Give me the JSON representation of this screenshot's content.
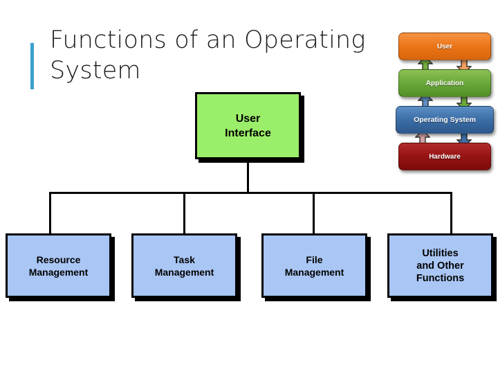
{
  "slide": {
    "title": "Functions of an Operating System",
    "accent_color": "#3AA0CC"
  },
  "chart_data": {
    "type": "diagram",
    "diagram_kind": "hierarchy-tree",
    "root": {
      "label": "User\nInterface",
      "fill_color": "#9BEE69",
      "border_color": "#000000"
    },
    "children": [
      {
        "label": "Resource\nManagement",
        "fill_color": "#A9C6F4",
        "border_color": "#000000"
      },
      {
        "label": "Task\nManagement",
        "fill_color": "#A9C6F4",
        "border_color": "#000000"
      },
      {
        "label": "File\nManagement",
        "fill_color": "#A9C6F4",
        "border_color": "#000000"
      },
      {
        "label": "Utilities\nand Other\nFunctions",
        "fill_color": "#A9C6F4",
        "border_color": "#000000"
      }
    ]
  },
  "illustration": {
    "name": "os-layer-stack",
    "layers": [
      {
        "label": "User",
        "color": "#EC7618"
      },
      {
        "label": "Application",
        "color": "#6BA93A"
      },
      {
        "label": "Operating System",
        "color": "#3D6FA8"
      },
      {
        "label": "Hardware",
        "color": "#971414"
      }
    ],
    "arrows": [
      {
        "name": "arrow-up-user-application",
        "direction": "up",
        "color": "#6BA93A"
      },
      {
        "name": "arrow-down-user-application",
        "direction": "down",
        "color": "#EC7618"
      },
      {
        "name": "arrow-up-application-os",
        "direction": "up",
        "color": "#3D6FA8"
      },
      {
        "name": "arrow-down-application-os",
        "direction": "down",
        "color": "#6BA93A"
      },
      {
        "name": "arrow-up-os-hardware",
        "direction": "up",
        "color": "#C98C8C"
      },
      {
        "name": "arrow-down-os-hardware",
        "direction": "down",
        "color": "#3D6FA8"
      }
    ]
  }
}
